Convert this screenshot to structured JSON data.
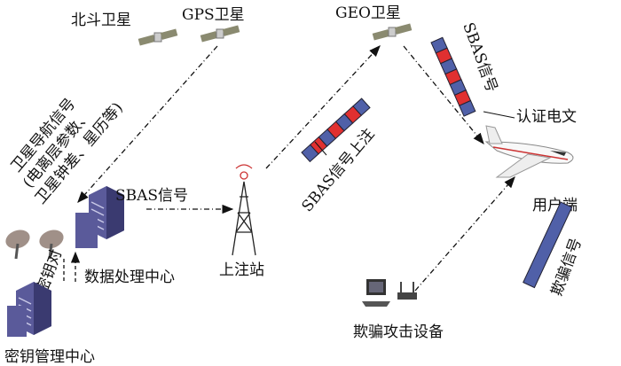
{
  "labels": {
    "beidou": "北斗卫星",
    "gps": "GPS卫星",
    "geo": "GEO卫星",
    "nav_signal_line1": "卫星导航信号",
    "nav_signal_line2": "(电离层参数、",
    "nav_signal_line3": "卫星钟差、星历等)",
    "sbas_signal": "SBAS信号",
    "uplink_station": "上注站",
    "sbas_uplink": "SBAS信号上注",
    "sbas_signal_geo": "SBAS信号",
    "auth_message": "认证电文",
    "user": "用户端",
    "spoof_signal": "欺骗信号",
    "spoof_device": "欺骗攻击设备",
    "data_center": "数据处理中心",
    "key_pair": "密钥对",
    "key_center": "密钥管理中心"
  },
  "colors": {
    "block": "#5060a8",
    "auth_block": "#e03030",
    "building": "#4a4a8a"
  }
}
